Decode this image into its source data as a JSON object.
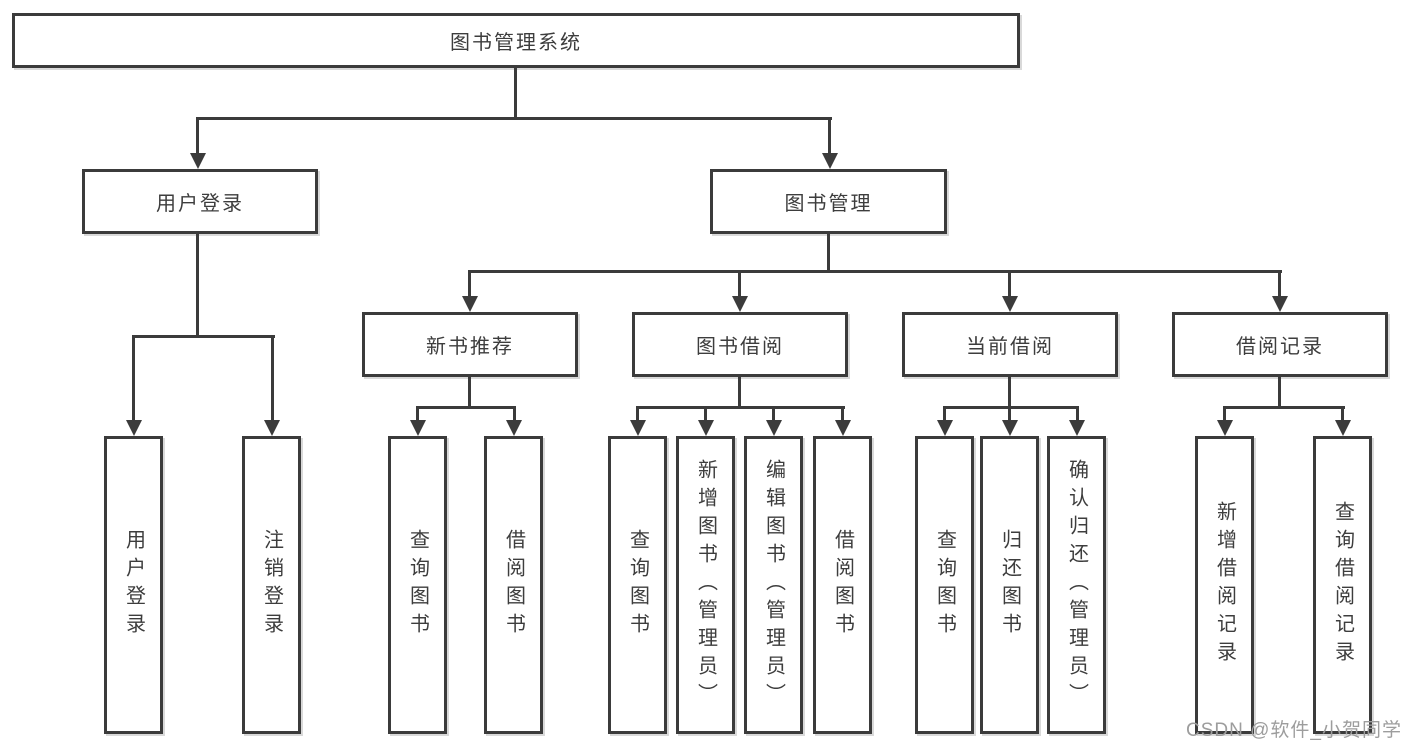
{
  "tree": {
    "label": "图书管理系统",
    "children": [
      {
        "label": "用户登录",
        "children": [
          {
            "label": "用户登录"
          },
          {
            "label": "注销登录"
          }
        ]
      },
      {
        "label": "图书管理",
        "children": [
          {
            "label": "新书推荐",
            "children": [
              {
                "label": "查询图书"
              },
              {
                "label": "借阅图书"
              }
            ]
          },
          {
            "label": "图书借阅",
            "children": [
              {
                "label": "查询图书"
              },
              {
                "label": "新增图书（管理员）"
              },
              {
                "label": "编辑图书（管理员）"
              },
              {
                "label": "借阅图书"
              }
            ]
          },
          {
            "label": "当前借阅",
            "children": [
              {
                "label": "查询图书"
              },
              {
                "label": "归还图书"
              },
              {
                "label": "确认归还（管理员）"
              }
            ]
          },
          {
            "label": "借阅记录",
            "children": [
              {
                "label": "新增借阅记录"
              },
              {
                "label": "查询借阅记录"
              }
            ]
          }
        ]
      }
    ]
  },
  "watermark": "CSDN @软件_小贺同学",
  "colors": {
    "background": "#ffffff",
    "box_border": "#3b3b3b",
    "connector": "#3b3b3b",
    "text": "#3d3d3d",
    "watermark_text": "#9d9d9d"
  }
}
